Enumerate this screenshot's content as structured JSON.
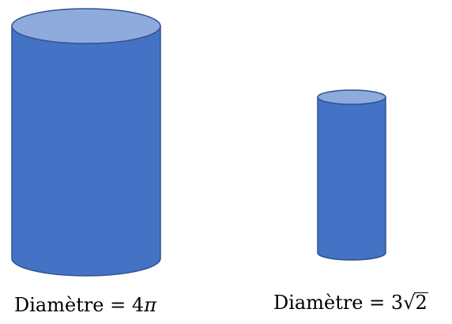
{
  "colors": {
    "cylinder_body": "#4472C4",
    "cylinder_top": "#8FAADC",
    "outline": "#2F528F"
  },
  "cylinders": [
    {
      "label_word": "Diamètre",
      "equals": "=",
      "value_number": "4",
      "value_symbol": "π"
    },
    {
      "label_word": "Diamètre",
      "equals": "=",
      "value_number": "3",
      "value_symbol": "√",
      "value_radicand": "2"
    }
  ]
}
